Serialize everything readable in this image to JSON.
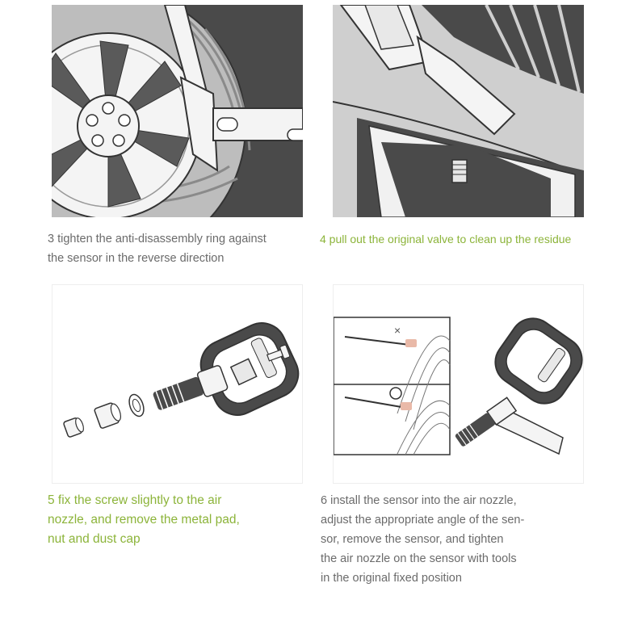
{
  "steps": {
    "step3": {
      "lines": [
        "3 tighten the anti-disassembly ring against",
        "the sensor in the reverse direction"
      ]
    },
    "step4": {
      "lines": [
        "4 pull out the original valve to clean up the residue"
      ]
    },
    "step5": {
      "lines": [
        "5 fix the screw slightly to the air",
        "nozzle, and remove the metal pad,",
        "nut and dust cap"
      ]
    },
    "step6": {
      "lines": [
        "6 install the sensor into the air nozzle,",
        "adjust the appropriate angle of the sen-",
        "sor, remove the sensor, and tighten",
        "the air nozzle on the sensor with tools",
        "in the original fixed position"
      ]
    }
  },
  "colors": {
    "caption_gray": "#6b6b6b",
    "caption_green": "#8cb43a",
    "illustration_dark": "#4a4a4a",
    "accent_pink": "#e9b9a8"
  }
}
